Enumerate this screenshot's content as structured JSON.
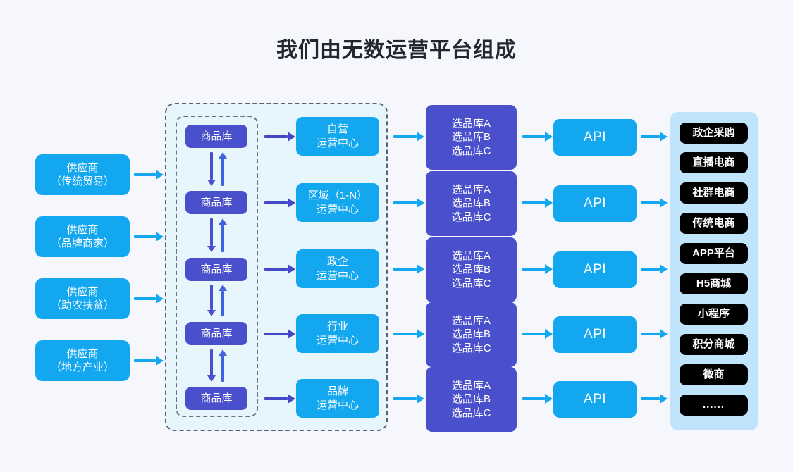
{
  "page": {
    "title": "我们由无数运营平台组成",
    "background_color": "#f5f7fd"
  },
  "colors": {
    "blue": "#13a7ef",
    "purple": "#4a4fcb",
    "black_pill": "#000000",
    "panel_light_blue": "#bfe4fb",
    "container_fill": "#e7f5fc",
    "dashed_border": "#5a6470",
    "title_text": "#23272f"
  },
  "suppliers": [
    {
      "line1": "供应商",
      "line2": "（传统贸易）"
    },
    {
      "line1": "供应商",
      "line2": "（品牌商家）"
    },
    {
      "line1": "供应商",
      "line2": "（助农扶贫）"
    },
    {
      "line1": "供应商",
      "line2": "（地方产业）"
    }
  ],
  "goods_libraries": [
    {
      "label": "商品库"
    },
    {
      "label": "商品库"
    },
    {
      "label": "商品库"
    },
    {
      "label": "商品库"
    },
    {
      "label": "商品库"
    }
  ],
  "operation_centers": [
    {
      "line1": "自营",
      "line2": "运营中心"
    },
    {
      "line1": "区域（1-N）",
      "line2": "运营中心"
    },
    {
      "line1": "政企",
      "line2": "运营中心"
    },
    {
      "line1": "行业",
      "line2": "运营中心"
    },
    {
      "line1": "品牌",
      "line2": "运营中心"
    }
  ],
  "selection_libraries": [
    {
      "line1": "选品库A",
      "line2": "选品库B",
      "line3": "选品库C"
    },
    {
      "line1": "选品库A",
      "line2": "选品库B",
      "line3": "选品库C"
    },
    {
      "line1": "选品库A",
      "line2": "选品库B",
      "line3": "选品库C"
    },
    {
      "line1": "选品库A",
      "line2": "选品库B",
      "line3": "选品库C"
    },
    {
      "line1": "选品库A",
      "line2": "选品库B",
      "line3": "选品库C"
    }
  ],
  "apis": [
    {
      "label": "API"
    },
    {
      "label": "API"
    },
    {
      "label": "API"
    },
    {
      "label": "API"
    },
    {
      "label": "API"
    }
  ],
  "channels": [
    {
      "label": "政企采购"
    },
    {
      "label": "直播电商"
    },
    {
      "label": "社群电商"
    },
    {
      "label": "传统电商"
    },
    {
      "label": "APP平台"
    },
    {
      "label": "H5商城"
    },
    {
      "label": "小程序"
    },
    {
      "label": "积分商城"
    },
    {
      "label": "微商"
    },
    {
      "label": "......"
    }
  ]
}
